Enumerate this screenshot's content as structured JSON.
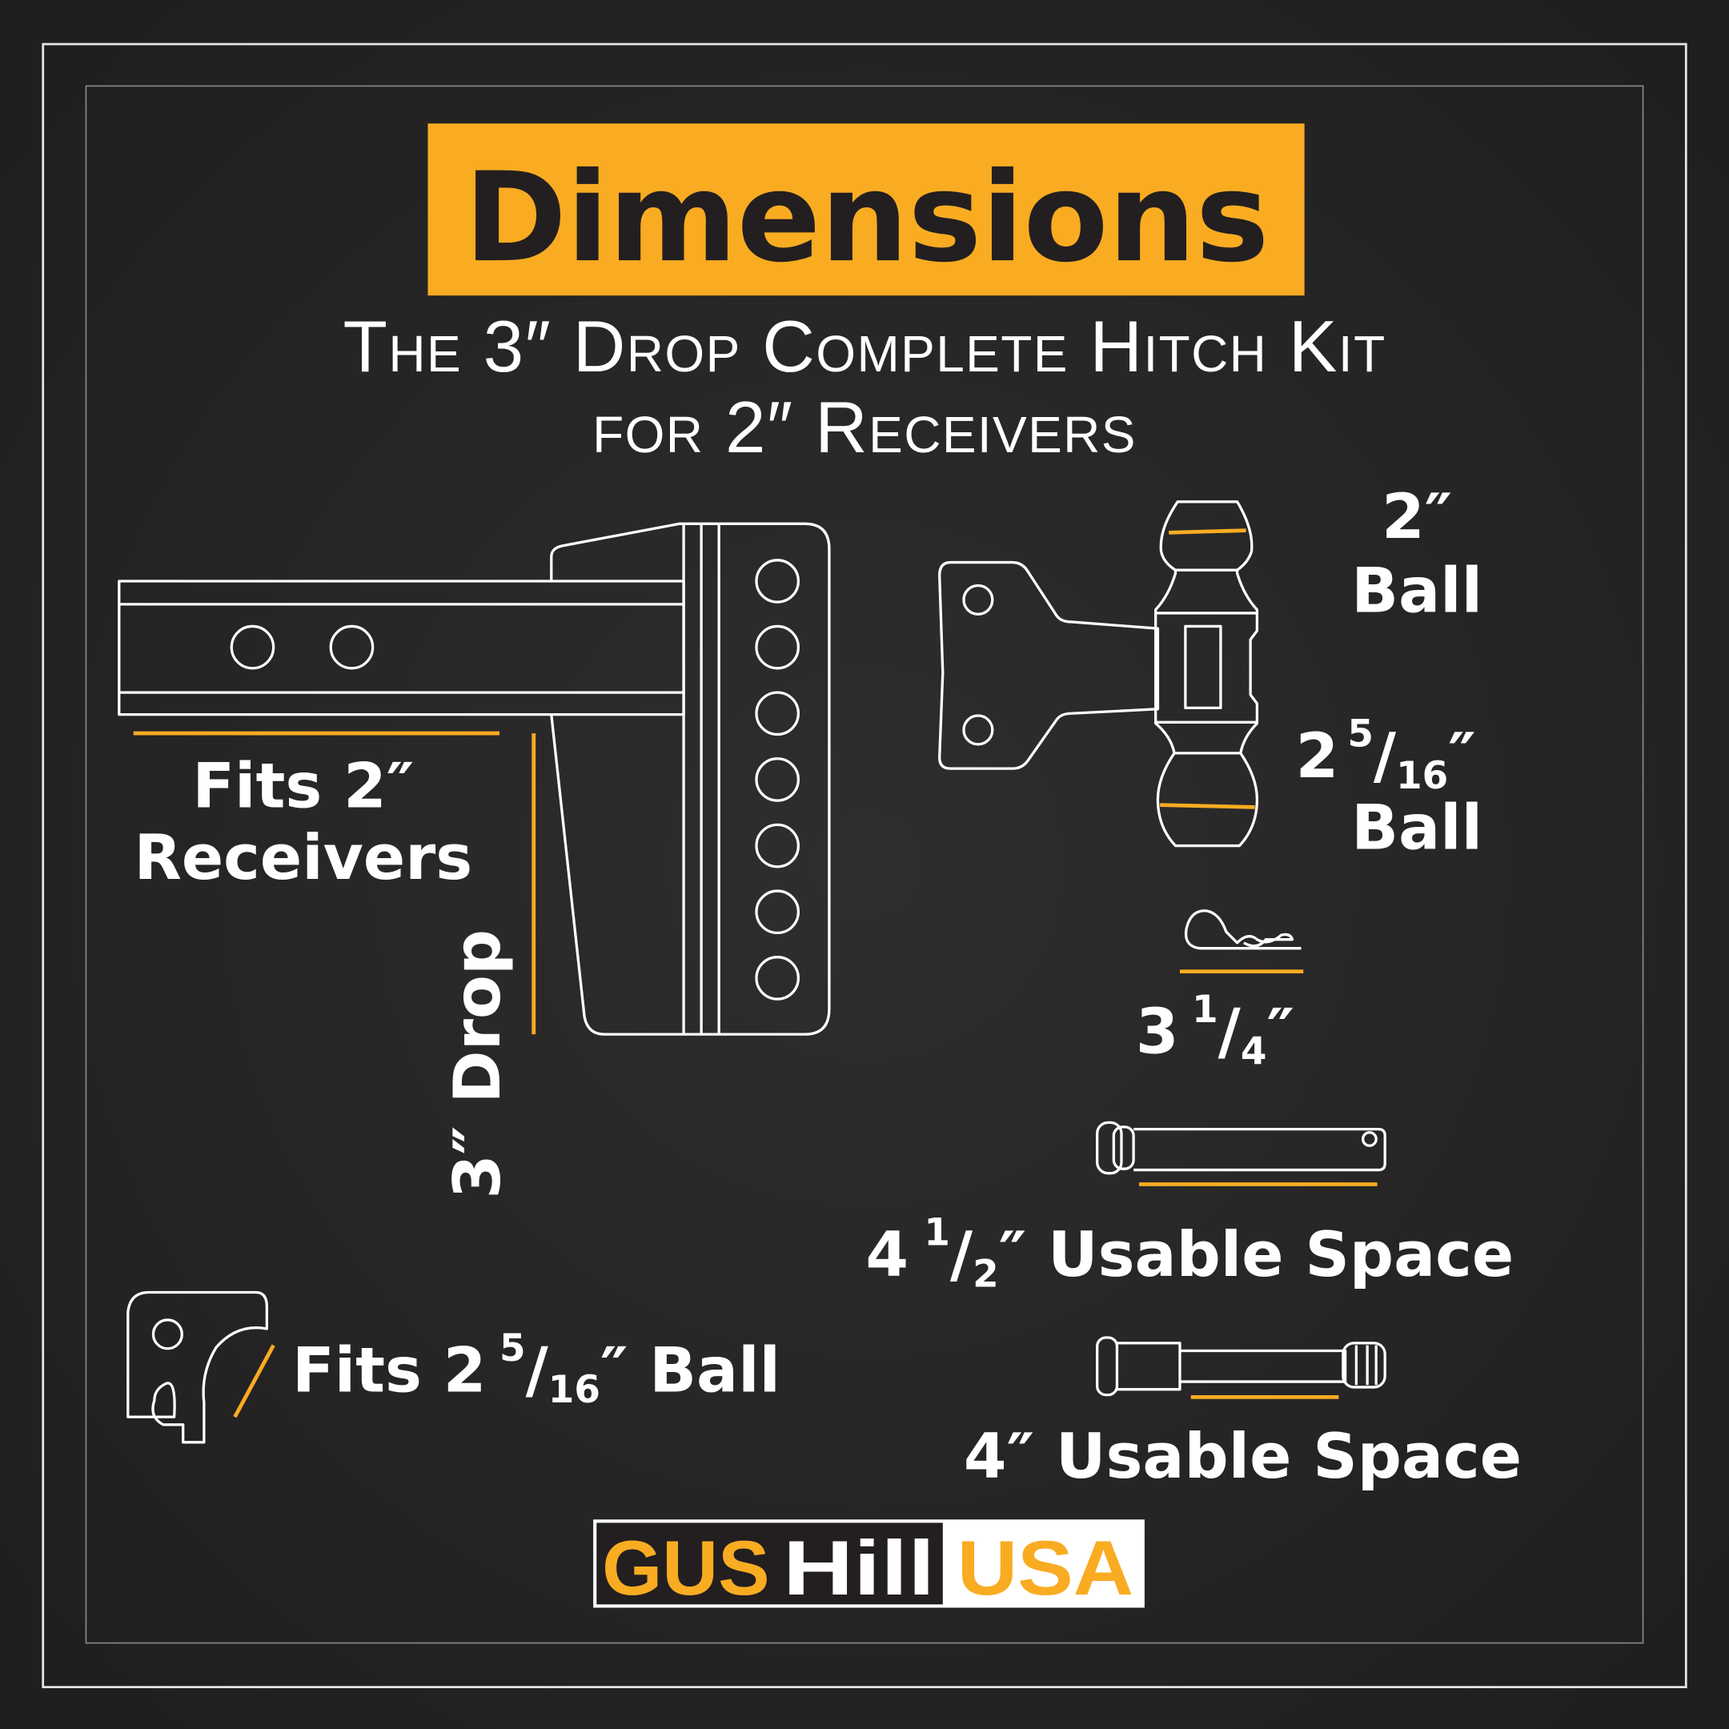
{
  "colors": {
    "background": "#231f20",
    "accent": "#f9ac22",
    "text": "#ffffff"
  },
  "title": "Dimensions",
  "subtitle": {
    "line1": "The 3″ Drop Complete Hitch Kit",
    "line2": "for 2″ Receivers"
  },
  "labels": {
    "fits_receivers_1": "Fits 2″",
    "fits_receivers_2": "Receivers",
    "drop": "3″ Drop",
    "ball_small_size": "2″",
    "ball_small_word": "Ball",
    "ball_large_whole": "2",
    "ball_large_num": "5",
    "ball_large_slash": "/",
    "ball_large_den": "16",
    "ball_large_quote": "″",
    "ball_large_word": "Ball",
    "clip_whole": "3",
    "clip_num": "1",
    "clip_slash": "/",
    "clip_den": "4",
    "clip_quote": "″",
    "pin1_whole": "4",
    "pin1_num": "1",
    "pin1_slash": "/",
    "pin1_den": "2",
    "pin1_rest": "″ Usable Space",
    "pin2": "4″ Usable Space",
    "fits_ball_prefix": "Fits 2",
    "fits_ball_num": "5",
    "fits_ball_slash": "/",
    "fits_ball_den": "16",
    "fits_ball_rest": "″ Ball"
  },
  "logo": {
    "part1": "GUS",
    "part2": "Hill",
    "part3": "USA"
  },
  "icons": [
    "drop-hitch-diagram",
    "dual-ball-mount-diagram",
    "hitch-clip-icon",
    "hitch-pin-icon",
    "threaded-pin-icon",
    "ball-lock-icon"
  ]
}
